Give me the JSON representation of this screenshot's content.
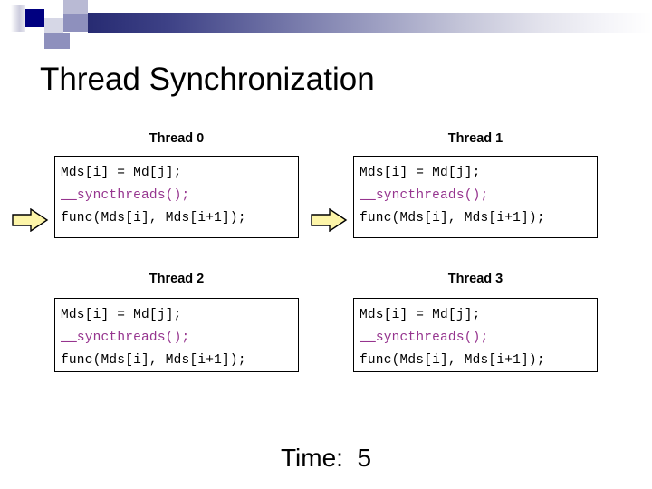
{
  "slide": {
    "title": "Thread Synchronization",
    "time_label": "Time:  5"
  },
  "banner": {
    "gradient_from": "#272b72",
    "gradient_to": "#ffffff",
    "accent_square": "#000080"
  },
  "code": {
    "line1": "Mds[i] = Md[j];",
    "line2_underscores": "__",
    "line2_rest": "syncthreads();",
    "line3": "func(Mds[i], Mds[i+1]);",
    "sync_color": "#96358f"
  },
  "arrow": {
    "fill": "#fdf5a8",
    "stroke": "#000000"
  },
  "threads": [
    {
      "label": "Thread  0",
      "has_arrow": true,
      "arrow_line": 3
    },
    {
      "label": "Thread  1",
      "has_arrow": true,
      "arrow_line": 3
    },
    {
      "label": "Thread  2",
      "has_arrow": false,
      "arrow_line": 0
    },
    {
      "label": "Thread  3",
      "has_arrow": false,
      "arrow_line": 0
    }
  ]
}
